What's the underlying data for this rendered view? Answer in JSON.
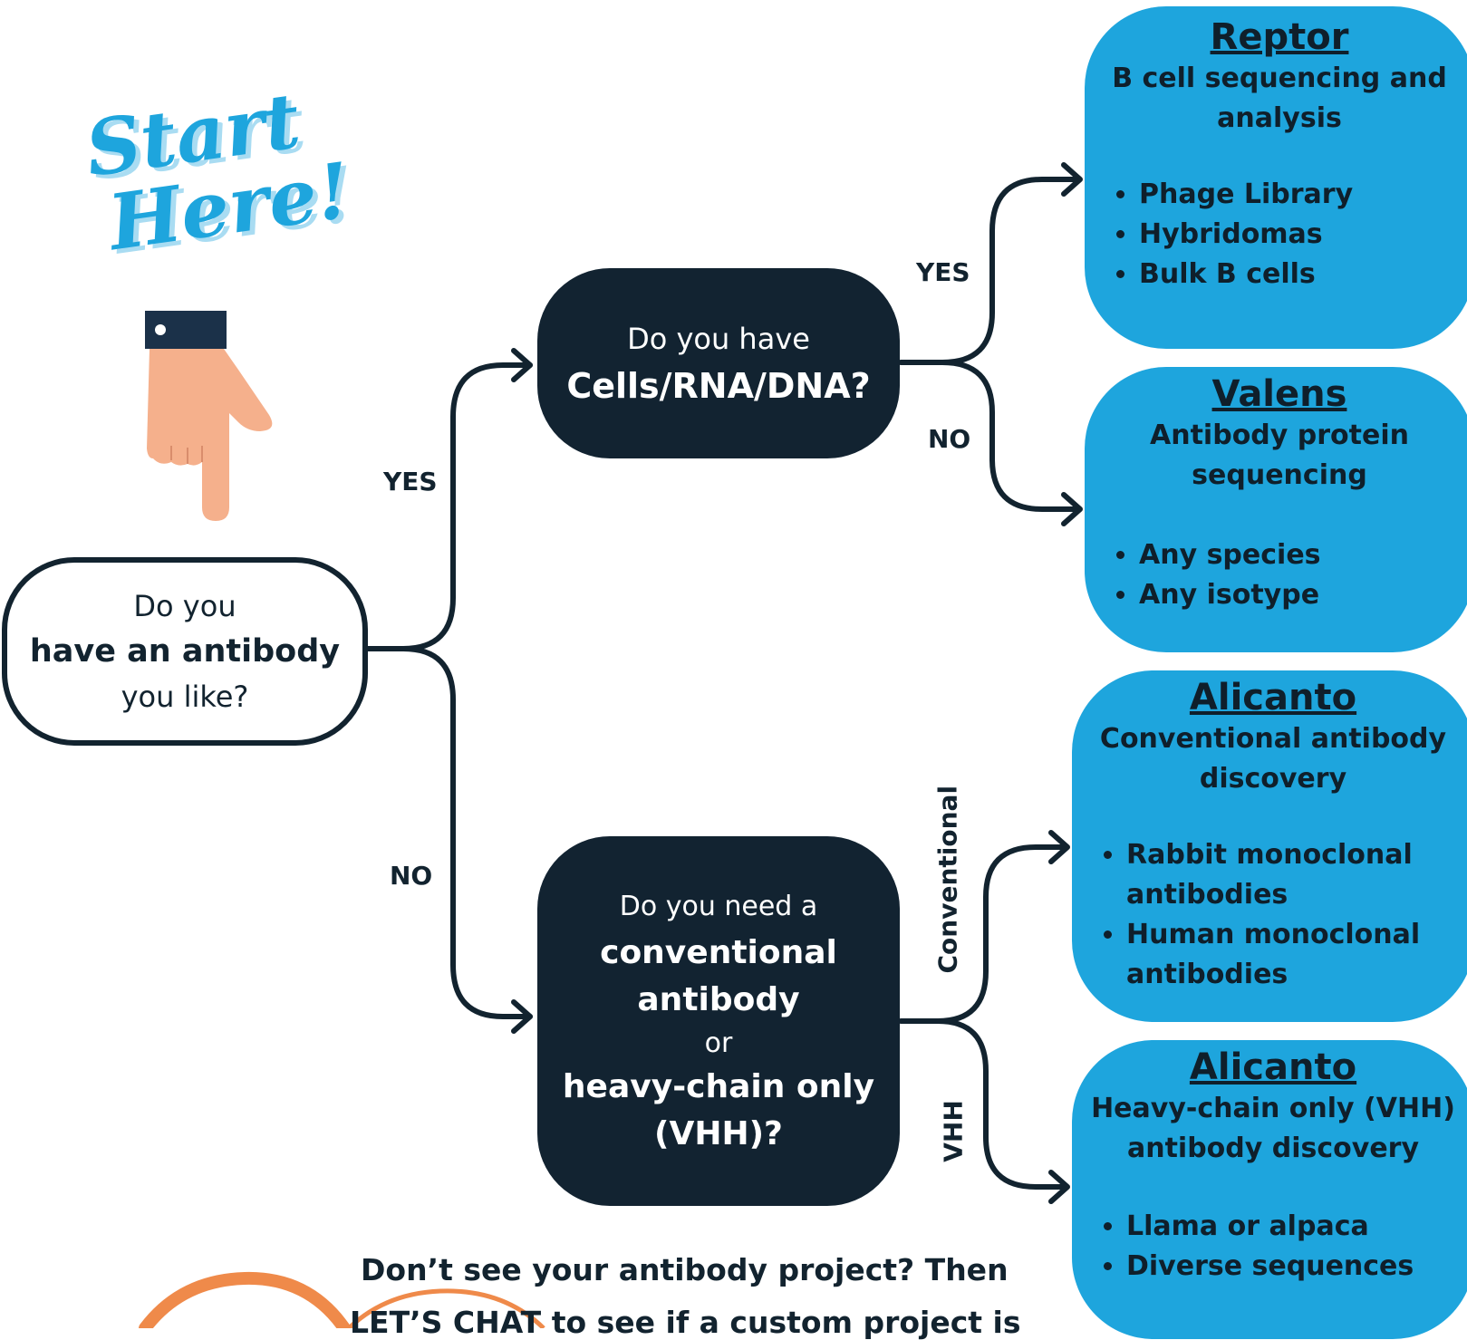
{
  "start": {
    "line1": "Start",
    "line2": "Here!"
  },
  "q_antibody": {
    "line1": "Do you",
    "line2": "have an antibody",
    "line3": "you like?"
  },
  "q_cells": {
    "line1": "Do you have",
    "line2": "Cells/RNA/DNA?"
  },
  "q_type": {
    "line1": "Do you need a",
    "line2": "conventional",
    "line3": "antibody",
    "line4": "or",
    "line5": "heavy-chain only",
    "line6": "(VHH)?"
  },
  "edges": {
    "yes_main": "YES",
    "no_main": "NO",
    "yes_cells": "YES",
    "no_cells": "NO",
    "conventional": "Conventional",
    "vhh": "VHH"
  },
  "cards": [
    {
      "title": "Reptor",
      "subtitle": "B cell sequencing and analysis",
      "items": [
        "Phage Library",
        "Hybridomas",
        "Bulk B cells"
      ]
    },
    {
      "title": "Valens",
      "subtitle": "Antibody protein sequencing",
      "items": [
        "Any species",
        "Any isotype"
      ]
    },
    {
      "title": "Alicanto",
      "subtitle": "Conventional antibody discovery",
      "items": [
        "Rabbit monoclonal antibodies",
        "Human monoclonal antibodies"
      ]
    },
    {
      "title": "Alicanto",
      "subtitle": "Heavy-chain only (VHH) antibody discovery",
      "items": [
        "Llama or alpaca",
        "Diverse sequences"
      ]
    }
  ],
  "footer": {
    "line1": "Don’t see your antibody project? Then",
    "line2_bold": "LET’S CHAT",
    "line2_rest": " to see if a custom project is"
  },
  "colors": {
    "dark": "#122331",
    "blue": "#1ea5dd",
    "skin": "#f5b08c",
    "orange": "#ef8a4a"
  },
  "icons": {
    "hand": "pointing-hand-icon"
  }
}
